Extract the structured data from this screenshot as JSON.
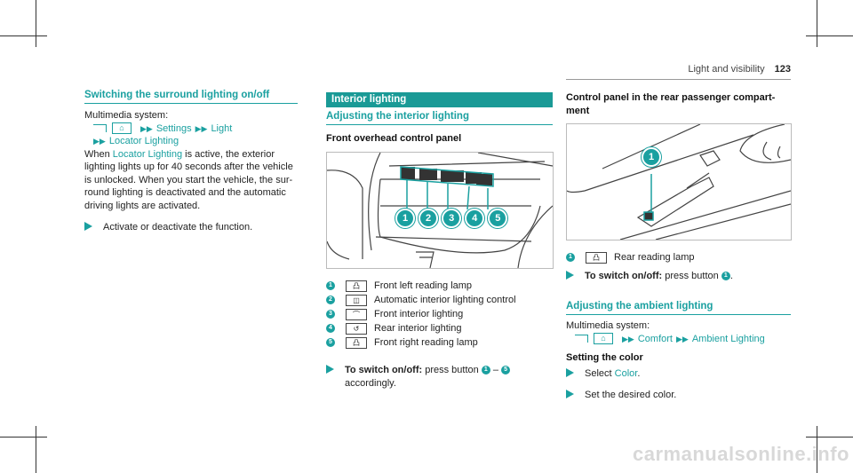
{
  "header": {
    "section": "Light and visibility",
    "page_number": "123"
  },
  "col1": {
    "title": "Switching the surround lighting on/off",
    "multimedia_label": "Multimedia system:",
    "path": [
      "Settings",
      "Light",
      "Locator Lighting"
    ],
    "home_icon": "home-icon",
    "para_pre": "When ",
    "para_link": "Locator Lighting",
    "para_lines": [
      " is active, the exterior",
      "lighting lights up for 40 seconds after the vehicle",
      "is unlocked. When you start the vehicle, the sur-",
      "round lighting is deactivated and the automatic",
      "driving lights are activated."
    ],
    "step": "Activate or deactivate the function."
  },
  "col2": {
    "banner": "Interior lighting",
    "subtitle": "Adjusting the interior lighting",
    "figure_title": "Front overhead control panel",
    "callouts": [
      "1",
      "2",
      "3",
      "4",
      "5"
    ],
    "legend": [
      {
        "num": "1",
        "icon": "reading-lamp-icon",
        "glyph": "凸",
        "text": "Front left reading lamp"
      },
      {
        "num": "2",
        "icon": "auto-interior-light-icon",
        "glyph": "◫",
        "text": "Automatic interior lighting control"
      },
      {
        "num": "3",
        "icon": "front-interior-light-icon",
        "glyph": "⌒",
        "text": "Front interior lighting"
      },
      {
        "num": "4",
        "icon": "rear-interior-light-icon",
        "glyph": "↺",
        "text": "Rear interior lighting"
      },
      {
        "num": "5",
        "icon": "reading-lamp-icon",
        "glyph": "凸",
        "text": "Front right reading lamp"
      }
    ],
    "step_bold": "To switch on/off:",
    "step_text": " press button ",
    "step_from": "1",
    "step_dash": " – ",
    "step_to": "5",
    "step_line2": "accordingly."
  },
  "col3": {
    "figure_title_1": "Control panel in the rear passenger compart-",
    "figure_title_2": "ment",
    "callout": "1",
    "legend": {
      "num": "1",
      "icon": "reading-lamp-icon",
      "glyph": "凸",
      "text": "Rear reading lamp"
    },
    "step_bold": "To switch on/off:",
    "step_text": " press button ",
    "step_num": "1",
    "step_end": ".",
    "subtitle": "Adjusting the ambient lighting",
    "multimedia_label": "Multimedia system:",
    "path": [
      "Comfort",
      "Ambient Lighting"
    ],
    "setting_title": "Setting the color",
    "step1_pre": "Select ",
    "step1_link": "Color",
    "step1_end": ".",
    "step2": "Set the desired color."
  },
  "watermark": "carmanualsonline.info",
  "colors": {
    "accent": "#1aa0a0"
  }
}
